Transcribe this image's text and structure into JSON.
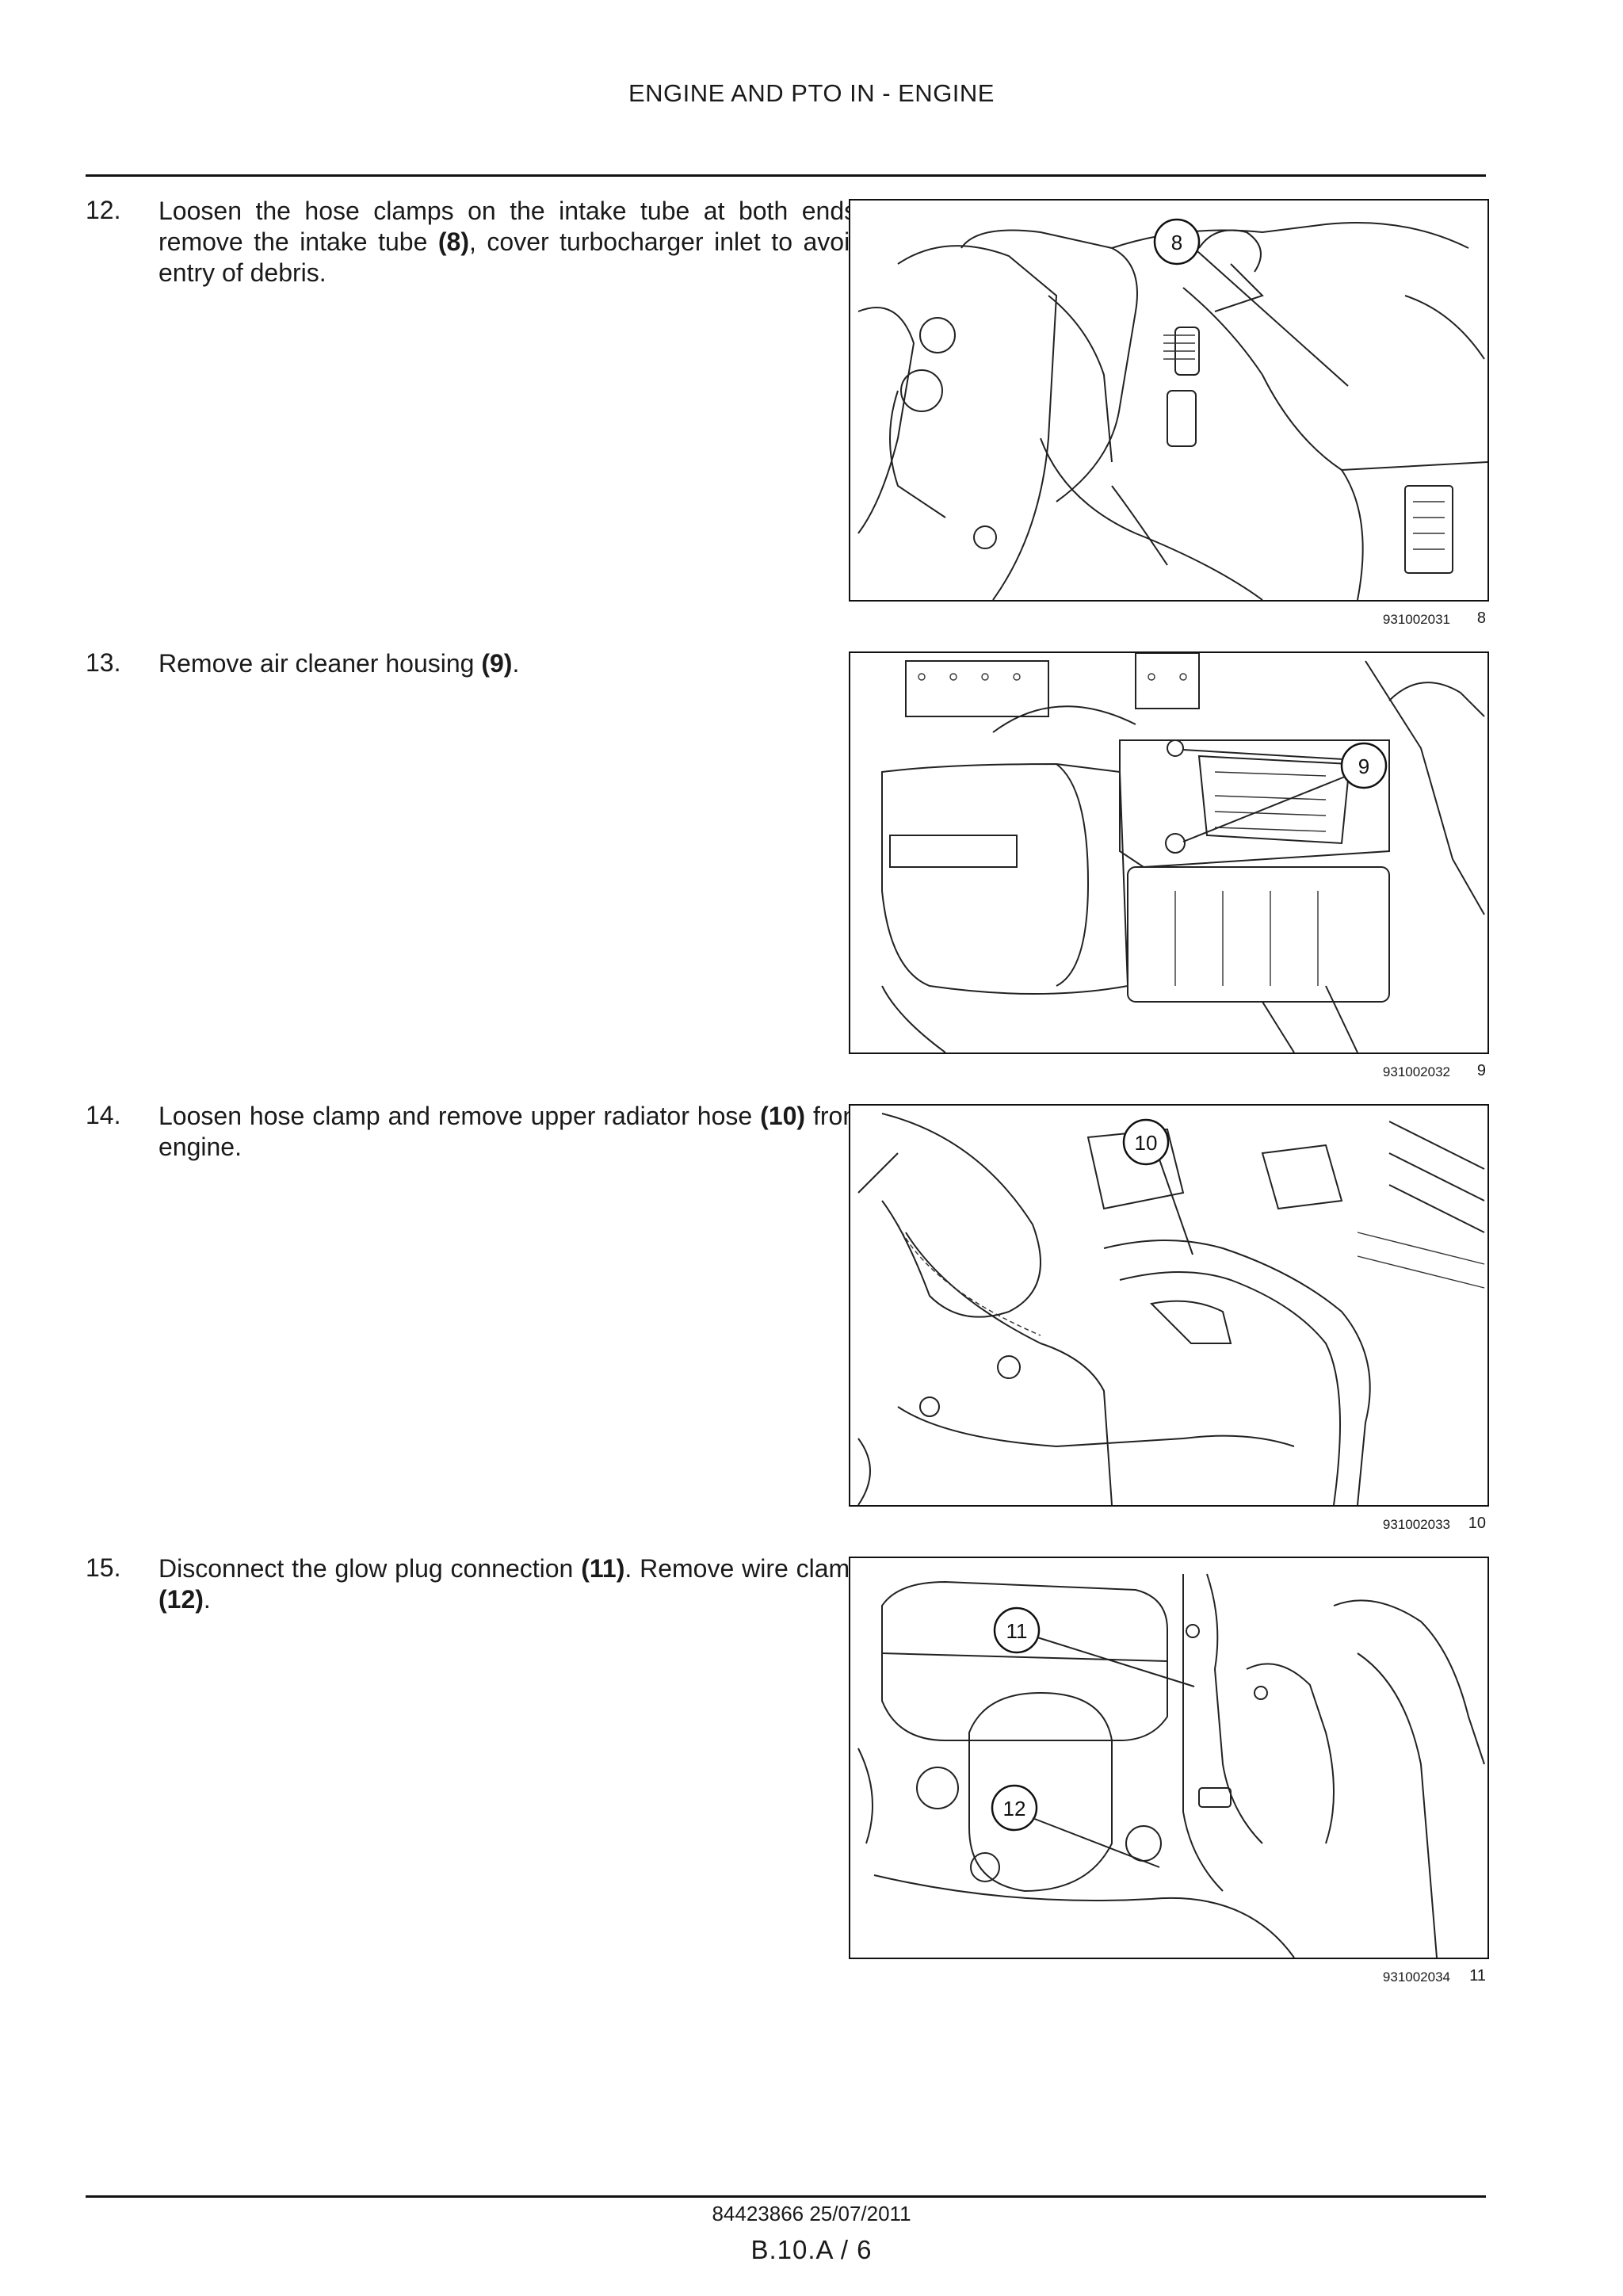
{
  "header": {
    "title": "ENGINE AND PTO IN - ENGINE"
  },
  "steps": [
    {
      "number": "12.",
      "text_before": "Loosen the hose clamps on the intake tube at both ends, remove the intake tube ",
      "callout": "(8)",
      "text_after": ", cover turbocharger inlet to avoid entry of debris.",
      "figure": {
        "code": "931002031",
        "number": "8",
        "labels": [
          "8"
        ]
      }
    },
    {
      "number": "13.",
      "text_before": "Remove air cleaner housing ",
      "callout": "(9)",
      "text_after": ".",
      "figure": {
        "code": "931002032",
        "number": "9",
        "labels": [
          "9"
        ]
      }
    },
    {
      "number": "14.",
      "text_before": "Loosen hose clamp and remove upper radiator hose ",
      "callout": "(10)",
      "text_after": " from engine.",
      "figure": {
        "code": "931002033",
        "number": "10",
        "labels": [
          "10"
        ]
      }
    },
    {
      "number": "15.",
      "text_before": "Disconnect the glow plug connection ",
      "callout": "(11)",
      "text_mid": ". Remove wire clamp ",
      "callout2": "(12)",
      "text_after": ".",
      "figure": {
        "code": "931002034",
        "number": "11",
        "labels": [
          "11",
          "12"
        ]
      }
    }
  ],
  "footer": {
    "doc_ref": "84423866 25/07/2011",
    "page": "B.10.A / 6"
  }
}
